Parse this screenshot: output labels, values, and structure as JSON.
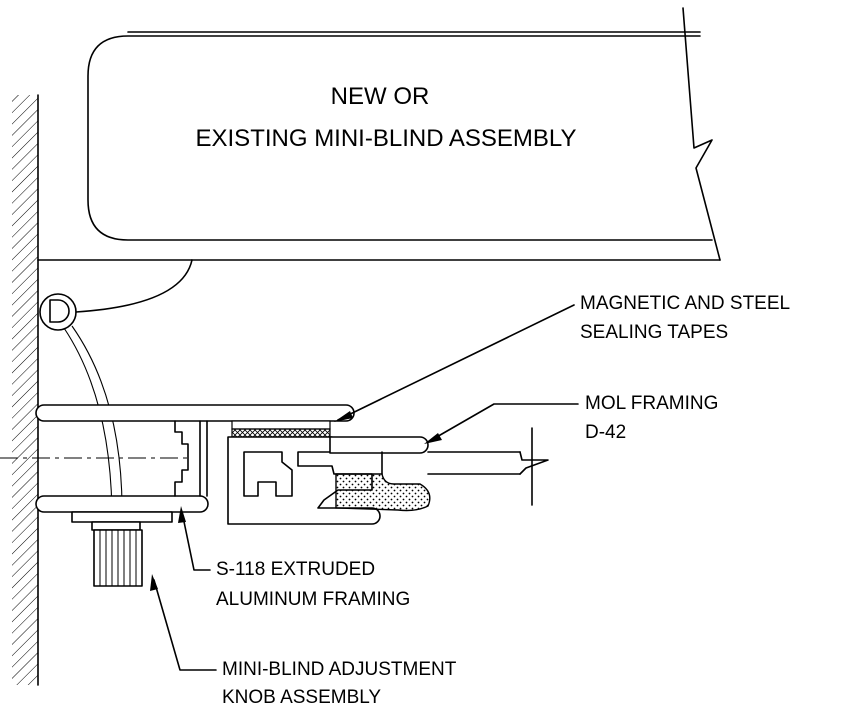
{
  "blind_label": {
    "line1": "NEW OR",
    "line2": "EXISTING MINI-BLIND ASSEMBLY"
  },
  "callouts": {
    "sealing_tapes": {
      "line1": "MAGNETIC AND STEEL",
      "line2": "SEALING TAPES"
    },
    "mol_framing": {
      "line1": "MOL FRAMING",
      "line2": "D-42"
    },
    "aluminum_framing": {
      "line1": "S-118 EXTRUDED",
      "line2": "ALUMINUM FRAMING"
    },
    "adjustment_knob": {
      "line1": "MINI-BLIND ADJUSTMENT",
      "line2": "KNOB ASSEMBLY"
    }
  },
  "colors": {
    "ink": "#000000",
    "paper": "#ffffff"
  }
}
